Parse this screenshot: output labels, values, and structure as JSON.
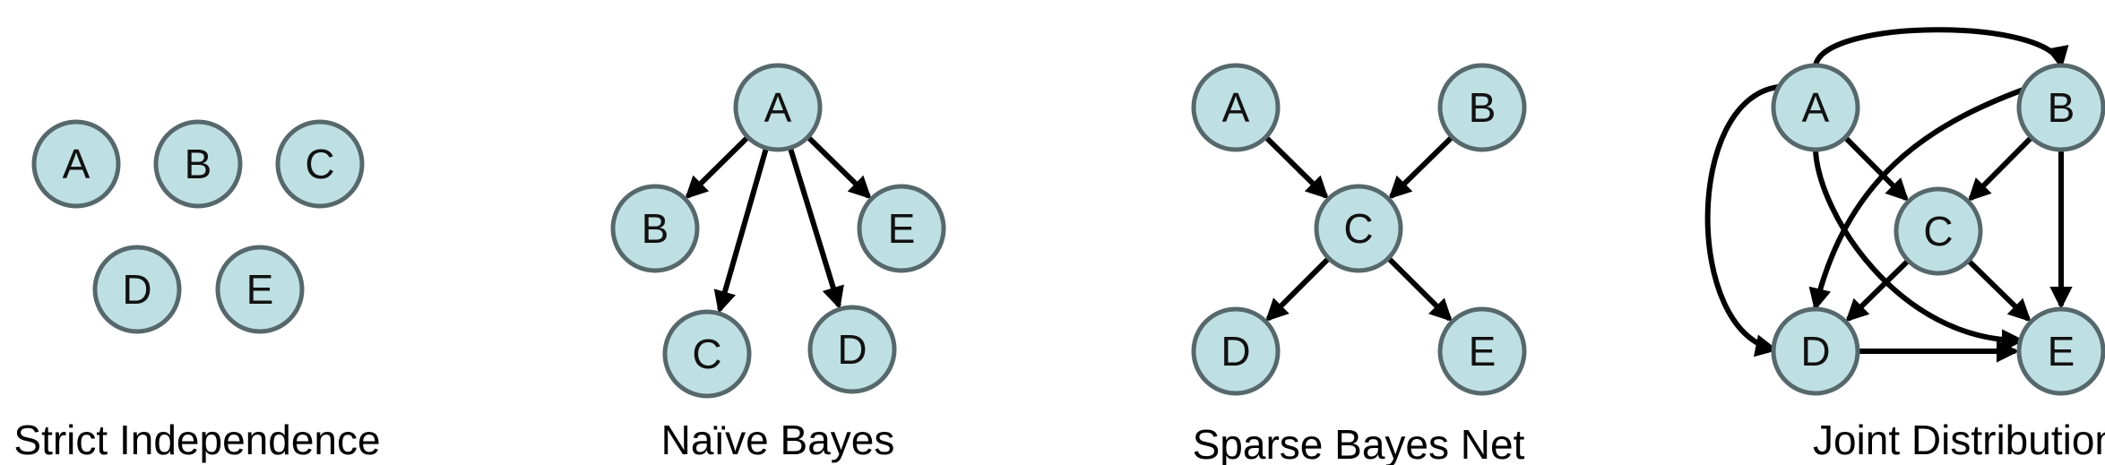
{
  "diagrams": [
    {
      "caption": "Strict Independence",
      "nodes": [
        "A",
        "B",
        "C",
        "D",
        "E"
      ],
      "edges": []
    },
    {
      "caption": "Naïve Bayes",
      "nodes": [
        "A",
        "B",
        "E",
        "C",
        "D"
      ],
      "edges": [
        [
          "A",
          "B"
        ],
        [
          "A",
          "E"
        ],
        [
          "A",
          "C"
        ],
        [
          "A",
          "D"
        ]
      ]
    },
    {
      "caption": "Sparse Bayes Net",
      "nodes": [
        "A",
        "B",
        "C",
        "D",
        "E"
      ],
      "edges": [
        [
          "A",
          "C"
        ],
        [
          "B",
          "C"
        ],
        [
          "C",
          "D"
        ],
        [
          "C",
          "E"
        ]
      ]
    },
    {
      "caption": "Joint Distribution",
      "nodes": [
        "A",
        "B",
        "C",
        "D",
        "E"
      ],
      "edges": [
        [
          "A",
          "B"
        ],
        [
          "A",
          "C"
        ],
        [
          "A",
          "D"
        ],
        [
          "A",
          "E"
        ],
        [
          "B",
          "C"
        ],
        [
          "B",
          "D"
        ],
        [
          "B",
          "E"
        ],
        [
          "C",
          "D"
        ],
        [
          "C",
          "E"
        ],
        [
          "D",
          "E"
        ]
      ]
    }
  ],
  "colors": {
    "node_fill": "#bfe0e3",
    "node_stroke": "#56686b",
    "edge": "#000000"
  }
}
